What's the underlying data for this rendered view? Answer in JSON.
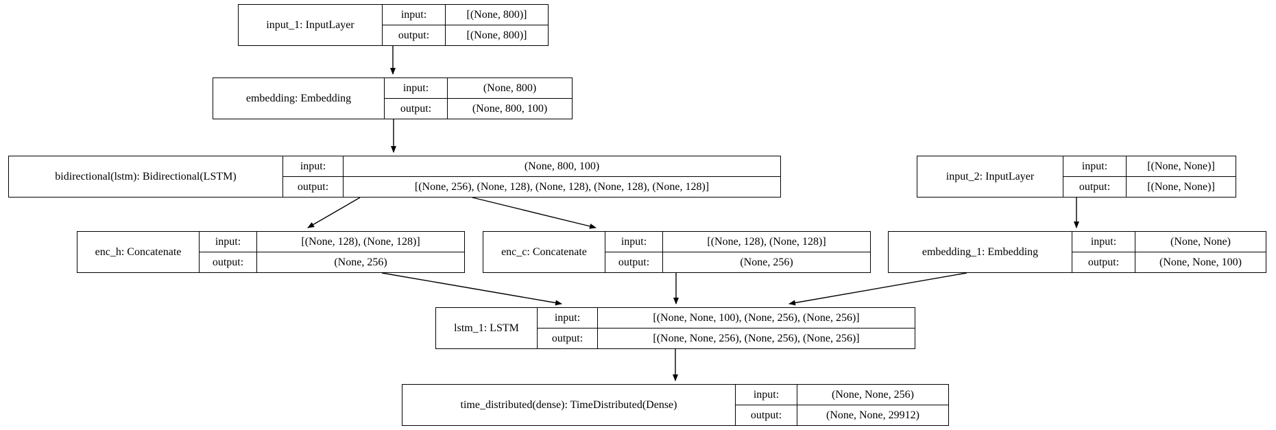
{
  "diagram": {
    "kind": "keras-model-architecture-graph",
    "background_color": "#ffffff",
    "node_border_color": "#000000",
    "edge_color": "#000000"
  },
  "labels": {
    "input": "input:",
    "output": "output:"
  },
  "nodes": [
    {
      "id": "input_1",
      "label": "input_1: InputLayer",
      "input": "[(None, 800)]",
      "output": "[(None, 800)]"
    },
    {
      "id": "embedding",
      "label": "embedding: Embedding",
      "input": "(None, 800)",
      "output": "(None, 800, 100)"
    },
    {
      "id": "bidirectional",
      "label": "bidirectional(lstm): Bidirectional(LSTM)",
      "input": "(None, 800, 100)",
      "output": "[(None, 256), (None, 128), (None, 128), (None, 128), (None, 128)]"
    },
    {
      "id": "input_2",
      "label": "input_2: InputLayer",
      "input": "[(None, None)]",
      "output": "[(None, None)]"
    },
    {
      "id": "enc_h",
      "label": "enc_h: Concatenate",
      "input": "[(None, 128), (None, 128)]",
      "output": "(None, 256)"
    },
    {
      "id": "enc_c",
      "label": "enc_c: Concatenate",
      "input": "[(None, 128), (None, 128)]",
      "output": "(None, 256)"
    },
    {
      "id": "embedding_1",
      "label": "embedding_1: Embedding",
      "input": "(None, None)",
      "output": "(None, None, 100)"
    },
    {
      "id": "lstm_1",
      "label": "lstm_1: LSTM",
      "input": "[(None, None, 100), (None, 256), (None, 256)]",
      "output": "[(None, None, 256), (None, 256), (None, 256)]"
    },
    {
      "id": "time_distributed",
      "label": "time_distributed(dense): TimeDistributed(Dense)",
      "input": "(None, None, 256)",
      "output": "(None, None, 29912)"
    }
  ],
  "edges": [
    {
      "from": "input_1",
      "to": "embedding"
    },
    {
      "from": "embedding",
      "to": "bidirectional"
    },
    {
      "from": "bidirectional",
      "to": "enc_h"
    },
    {
      "from": "bidirectional",
      "to": "enc_c"
    },
    {
      "from": "input_2",
      "to": "embedding_1"
    },
    {
      "from": "enc_h",
      "to": "lstm_1"
    },
    {
      "from": "enc_c",
      "to": "lstm_1"
    },
    {
      "from": "embedding_1",
      "to": "lstm_1"
    },
    {
      "from": "lstm_1",
      "to": "time_distributed"
    }
  ]
}
